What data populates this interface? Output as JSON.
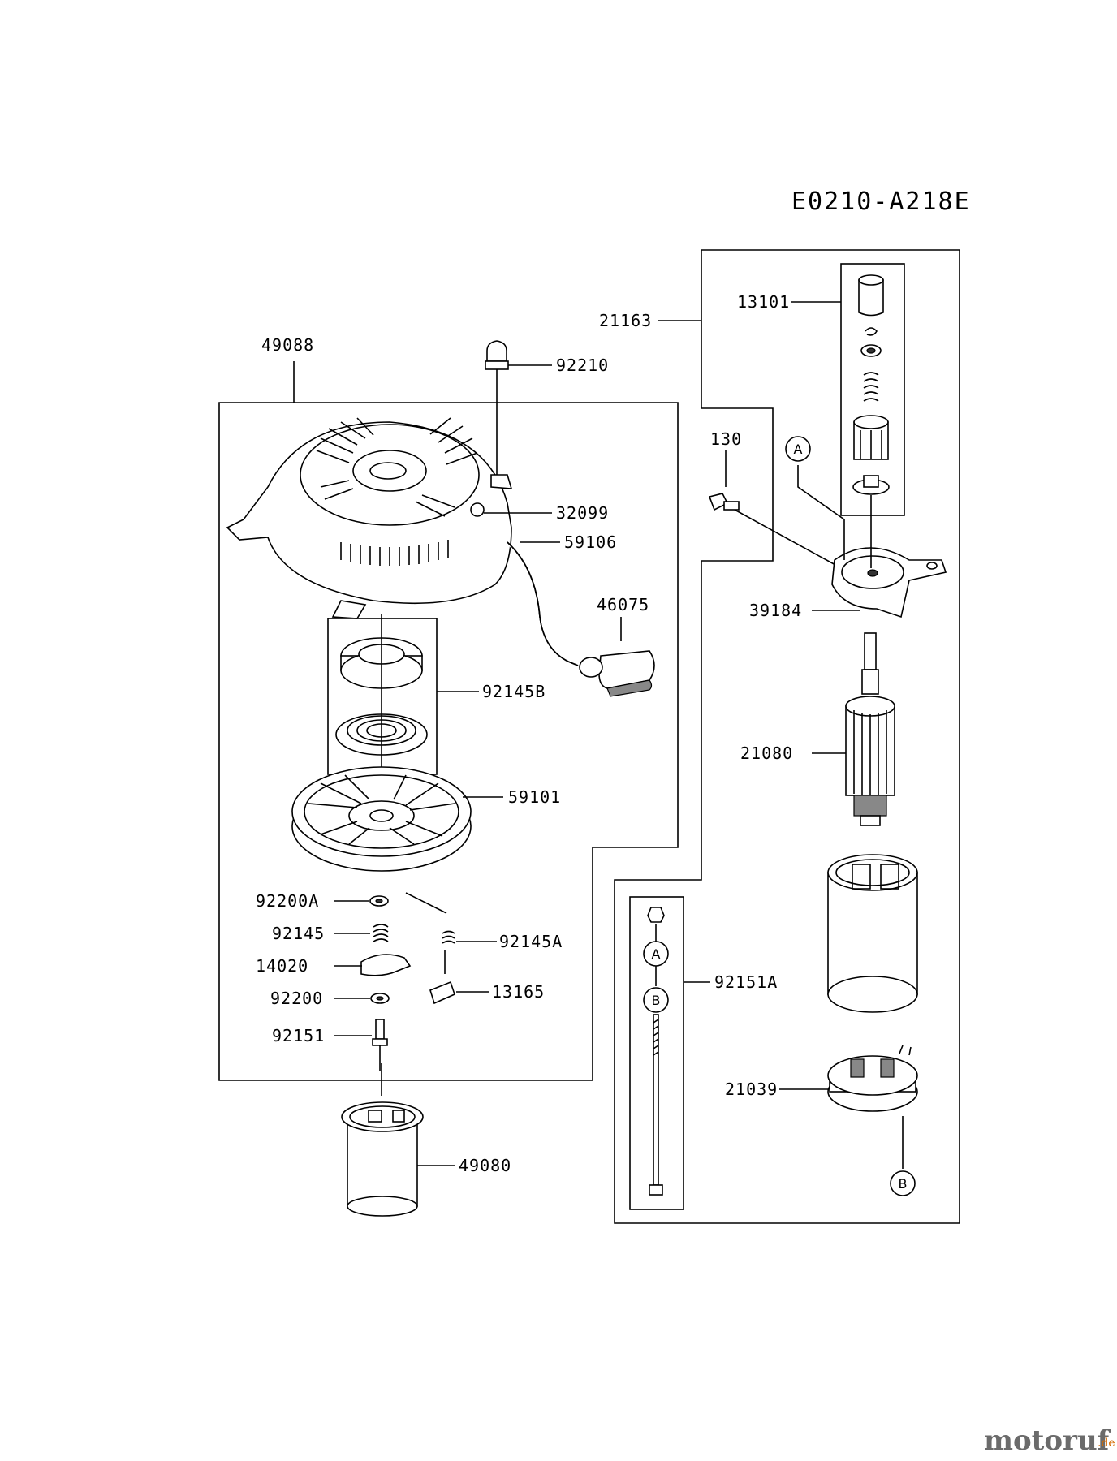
{
  "diagram": {
    "reference": "E0210-A218E",
    "labels": {
      "p49088": "49088",
      "p92210": "92210",
      "p32099": "32099",
      "p59106": "59106",
      "p46075": "46075",
      "p92145B": "92145B",
      "p59101": "59101",
      "p92200A": "92200A",
      "p92145": "92145",
      "p92145A": "92145A",
      "p14020": "14020",
      "p13165": "13165",
      "p92200": "92200",
      "p92151": "92151",
      "p49080": "49080",
      "p21163": "21163",
      "p13101": "13101",
      "p130": "130",
      "p39184": "39184",
      "p21080": "21080",
      "p92151A": "92151A",
      "p21039": "21039"
    },
    "markers": {
      "a": "A",
      "b": "B"
    }
  },
  "watermark": {
    "brand": "motoruf",
    "suffix": ".de"
  }
}
